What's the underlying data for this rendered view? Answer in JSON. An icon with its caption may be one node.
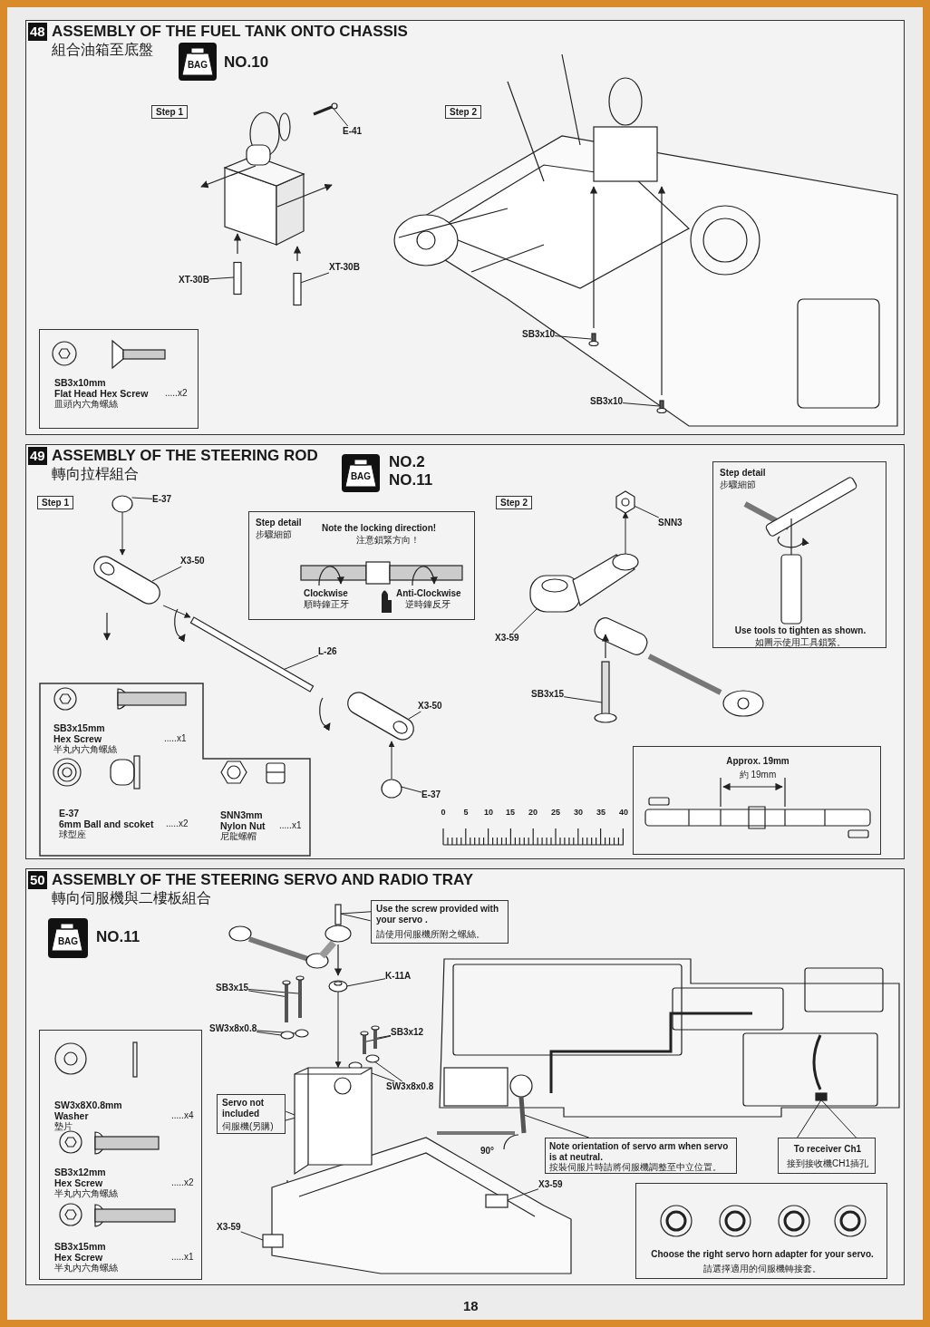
{
  "diagram": {
    "nodes": [
      {
        "text": [
          "48",
          "ASSEMBLY OF THE FUEL TANK ONTO CHASSIS",
          "組合油箱至底盤"
        ]
      },
      {
        "text": [
          "BAG"
        ],
        "in": 0,
        "beside": [
          "NO.10"
        ]
      },
      {
        "text": [
          "Step 1"
        ],
        "in": 0
      },
      {
        "text": [
          "Step 2"
        ],
        "in": 0
      },
      {
        "text": [
          "E-41"
        ],
        "in": 0
      },
      {
        "text": [
          "XT-30B"
        ],
        "in": 0
      },
      {
        "text": [
          "XT-30B"
        ],
        "in": 0
      },
      {
        "text": [
          "SB3x10"
        ],
        "in": 0
      },
      {
        "text": [
          "SB3x10"
        ],
        "in": 0
      },
      {
        "text": [
          "SB3x10mm",
          "Flat Head Hex Screw",
          "皿頭內六角螺絲",
          ".....x2"
        ],
        "in": 0
      },
      {
        "text": [
          "49",
          "ASSEMBLY OF THE STEERING ROD",
          "轉向拉桿組合"
        ]
      },
      {
        "text": [
          "BAG"
        ],
        "in": 10,
        "beside": [
          "NO.2",
          "NO.11"
        ]
      },
      {
        "text": [
          "Step 1"
        ],
        "in": 10
      },
      {
        "text": [
          "E-37"
        ],
        "in": 10
      },
      {
        "text": [
          "X3-50"
        ],
        "in": 10
      },
      {
        "text": [
          "Step detail",
          "步驟細節",
          "Note the locking direction!",
          "注意鎖緊方向！",
          "Clockwise",
          "順時鐘正牙",
          "Anti-Clockwise",
          "逆時鐘反牙"
        ],
        "in": 10
      },
      {
        "text": [
          "L-26"
        ],
        "in": 10
      },
      {
        "text": [
          "X3-50"
        ],
        "in": 10
      },
      {
        "text": [
          "E-37"
        ],
        "in": 10
      },
      {
        "text": [
          "SB3x15mm",
          "Hex Screw",
          "半丸內六角螺絲",
          ".....x1",
          "E-37",
          "6mm Ball and scoket",
          "球型座",
          ".....x2",
          "SNN3mm",
          "Nylon Nut",
          "尼龍螺帽",
          ".....x1"
        ],
        "in": 10
      },
      {
        "text": [
          "Step 2"
        ],
        "in": 10
      },
      {
        "text": [
          "SNN3"
        ],
        "in": 10
      },
      {
        "text": [
          "X3-59"
        ],
        "in": 10
      },
      {
        "text": [
          "SB3x15"
        ],
        "in": 10
      },
      {
        "text": [
          "Step detail",
          "步驟細節",
          "Use tools to tighten as shown.",
          "如圖示使用工具鎖緊。"
        ],
        "in": 10
      },
      {
        "text": [
          "Approx. 19mm",
          "約 19mm"
        ],
        "in": 10
      },
      {
        "text": [
          "50",
          "ASSEMBLY OF THE STEERING SERVO AND RADIO TRAY",
          "轉向伺服機與二樓板組合"
        ]
      },
      {
        "text": [
          "BAG"
        ],
        "in": 26,
        "beside": [
          "NO.11"
        ]
      },
      {
        "text": [
          "Use the screw provided with your servo .",
          "請使用伺服機所附之螺絲。"
        ],
        "in": 26
      },
      {
        "text": [
          "K-11A"
        ],
        "in": 26
      },
      {
        "text": [
          "SB3x15"
        ],
        "in": 26
      },
      {
        "text": [
          "SW3x8x0.8"
        ],
        "in": 26
      },
      {
        "text": [
          "SB3x12"
        ],
        "in": 26
      },
      {
        "text": [
          "SW3x8x0.8"
        ],
        "in": 26
      },
      {
        "text": [
          "Servo not included",
          "伺服機(另購)"
        ],
        "in": 26
      },
      {
        "text": [
          "X3-59"
        ],
        "in": 26
      },
      {
        "text": [
          "X3-59"
        ],
        "in": 26
      },
      {
        "text": [
          "Note orientation of servo arm when servo is at neutral.",
          "按裝伺服片時請將伺服機調整至中立位置。"
        ],
        "in": 26
      },
      {
        "text": [
          "To receiver Ch1",
          "接到接收機CH1插孔"
        ],
        "in": 26
      },
      {
        "text": [
          "SW3x8X0.8mm",
          "Washer",
          "墊片",
          ".....x4",
          "SB3x12mm",
          "Hex Screw",
          "半丸內六角螺絲",
          ".....x2",
          "SB3x15mm",
          "Hex Screw",
          "半丸內六角螺絲",
          ".....x1"
        ],
        "in": 26
      },
      {
        "text": [
          "Choose the right servo horn adapter for your servo.",
          "請選擇適用的伺服機轉接套。"
        ],
        "in": 26
      },
      {
        "text": [],
        "shape": "picture",
        "in": 0
      },
      {
        "text": [],
        "shape": "box",
        "in": 0
      },
      {
        "text": [],
        "shape": "box",
        "in": 0
      },
      {
        "text": [],
        "shape": "picture",
        "in": 0
      },
      {
        "text": [],
        "shape": "picture",
        "in": 0
      },
      {
        "text": [],
        "shape": "circle",
        "in": 10
      },
      {
        "text": [],
        "shape": "picture",
        "in": 10
      },
      {
        "text": [],
        "shape": "box",
        "in": 10
      },
      {
        "text": [],
        "shape": "picture",
        "in": 10
      },
      {
        "text": [],
        "shape": "circle",
        "in": 10
      },
      {
        "text": [],
        "shape": "picture",
        "in": 10
      },
      {
        "text": [],
        "shape": "picture",
        "in": 10
      },
      {
        "text": [],
        "shape": "picture",
        "in": 10
      },
      {
        "text": [],
        "shape": "box",
        "in": 26
      },
      {
        "text": [],
        "shape": "picture",
        "in": 26
      },
      {
        "text": [],
        "shape": "picture",
        "in": 26
      },
      {
        "text": [],
        "shape": "picture",
        "in": 26
      },
      {
        "text": [],
        "shape": "circle",
        "in": 26
      },
      {
        "text": [],
        "shape": "circle",
        "in": 26
      },
      {
        "text": [],
        "shape": "picture",
        "in": 26
      },
      {
        "text": [],
        "shape": "picture",
        "in": 26
      },
      {
        "text": [],
        "shape": "circle",
        "in": 26
      },
      {
        "text": [],
        "shape": "circle",
        "in": 26
      },
      {
        "text": [],
        "shape": "picture",
        "in": 26
      },
      {
        "text": [],
        "shape": "box",
        "in": 26
      },
      {
        "text": [],
        "shape": "box",
        "in": 26
      },
      {
        "text": [],
        "shape": "picture",
        "in": 26
      },
      {
        "text": [],
        "shape": "box",
        "in": 26
      }
    ],
    "edges": [
      {
        "from": 4,
        "to": 41,
        "arrow": "none"
      },
      {
        "from": 5,
        "to": 42,
        "arrow": "none"
      },
      {
        "from": 6,
        "to": 43,
        "arrow": "none"
      },
      {
        "from": 7,
        "to": 44,
        "arrow": "none"
      },
      {
        "from": 8,
        "to": 45,
        "arrow": "none"
      },
      {
        "from": 13,
        "to": 46,
        "arrow": "none"
      },
      {
        "from": 14,
        "to": 47,
        "arrow": "none"
      },
      {
        "from": 16,
        "to": 48,
        "arrow": "none"
      },
      {
        "from": 17,
        "to": 49,
        "arrow": "none"
      },
      {
        "from": 18,
        "to": 50,
        "arrow": "none"
      },
      {
        "from": 21,
        "to": 51,
        "arrow": "none"
      },
      {
        "from": 22,
        "to": 52,
        "arrow": "none"
      },
      {
        "from": 23,
        "to": 53,
        "arrow": "none"
      },
      {
        "from": 28,
        "to": 54,
        "arrow": "none"
      },
      {
        "from": 29,
        "to": 55,
        "arrow": "none"
      },
      {
        "from": 30,
        "to": 56,
        "arrow": "none"
      },
      {
        "from": 30,
        "to": 57,
        "arrow": "none"
      },
      {
        "from": 31,
        "to": 58,
        "arrow": "none"
      },
      {
        "from": 31,
        "to": 59,
        "arrow": "none"
      },
      {
        "from": 32,
        "to": 60,
        "arrow": "none"
      },
      {
        "from": 32,
        "to": 61,
        "arrow": "none"
      },
      {
        "from": 33,
        "to": 62,
        "arrow": "none"
      },
      {
        "from": 33,
        "to": 63,
        "arrow": "none"
      },
      {
        "from": 34,
        "to": 64,
        "arrow": "none"
      },
      {
        "from": 35,
        "to": 65,
        "arrow": "none"
      },
      {
        "from": 36,
        "to": 66,
        "arrow": "none"
      },
      {
        "from": 37,
        "to": 67,
        "arrow": "none"
      },
      {
        "from": 38,
        "to": 68,
        "arrow": "none"
      },
      {
        "from": 38,
        "to": 68,
        "arrow": "none"
      },
      {
        "from": 46,
        "to": 47,
        "arrow": "to"
      },
      {
        "from": 47,
        "to": 48,
        "arrow": "to"
      },
      {
        "from": 50,
        "to": 49,
        "arrow": "to"
      },
      {
        "from": 52,
        "to": 51,
        "arrow": "to"
      },
      {
        "from": 55,
        "to": 64,
        "arrow": "to"
      }
    ],
    "labels": [
      "0",
      "5",
      "10",
      "15",
      "20",
      "25",
      "30",
      "35",
      "40",
      "90°",
      "18"
    ]
  }
}
